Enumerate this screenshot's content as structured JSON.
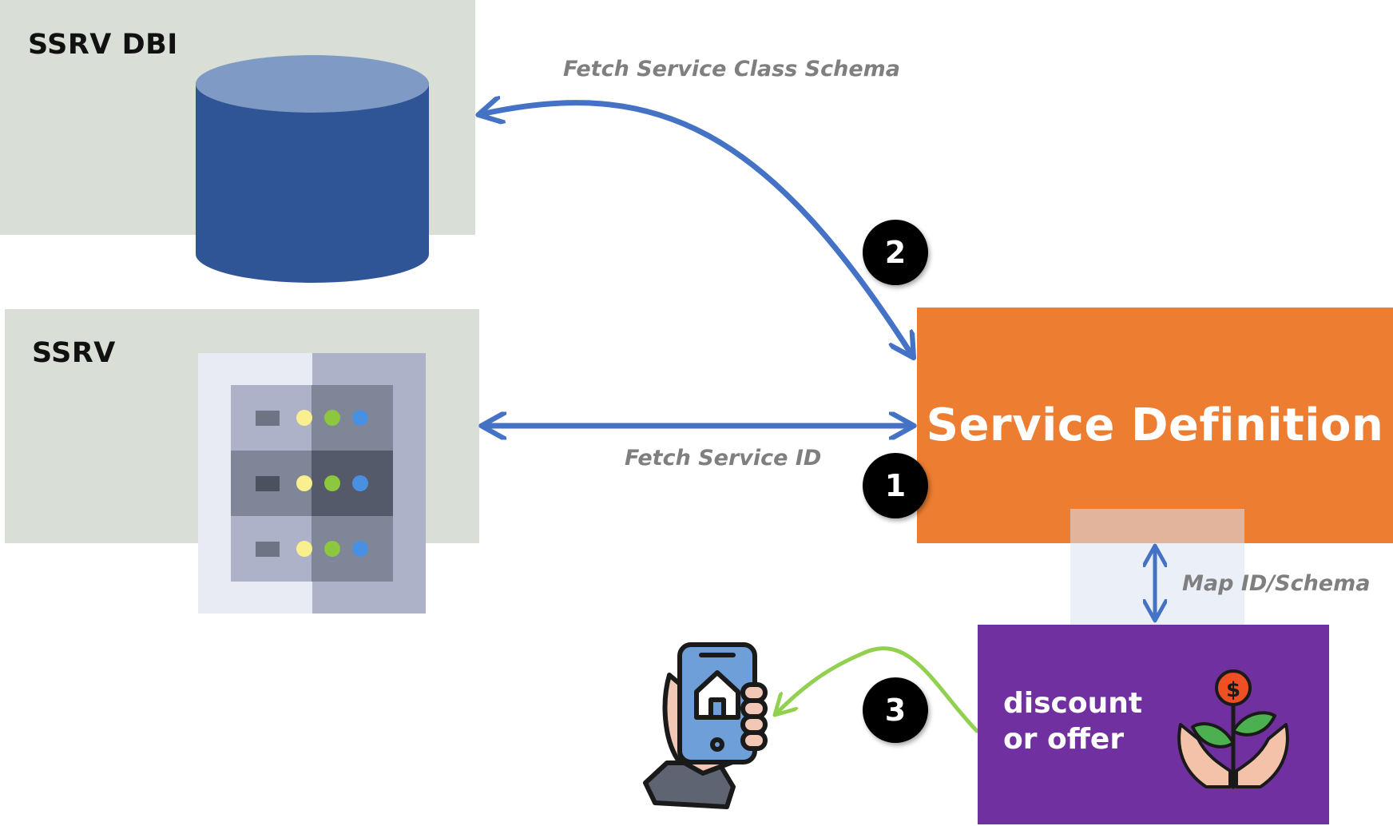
{
  "panels": {
    "dbi_title": "SSRV DBI",
    "ssrv_title": "SSRV"
  },
  "service_definition": {
    "label": "Service Definition"
  },
  "offer": {
    "line1": "discount",
    "line2": "or offer"
  },
  "arrows": {
    "fetch_schema": "Fetch Service Class Schema",
    "fetch_id": "Fetch Service ID",
    "map": "Map ID/Schema"
  },
  "steps": {
    "one": "1",
    "two": "2",
    "three": "3"
  },
  "icons": {
    "database": "database-icon",
    "server": "server-rack-icon",
    "phone": "phone-in-hand-icon",
    "money_plant": "money-plant-hands-icon"
  },
  "colors": {
    "panel_bg": "#d9ded6",
    "service_definition": "#ed7d31",
    "offer_box": "#7030a0",
    "arrow_blue": "#4472c4",
    "arrow_green": "#92d050",
    "database_body": "#2f5597",
    "database_top": "#7f9ac4"
  }
}
